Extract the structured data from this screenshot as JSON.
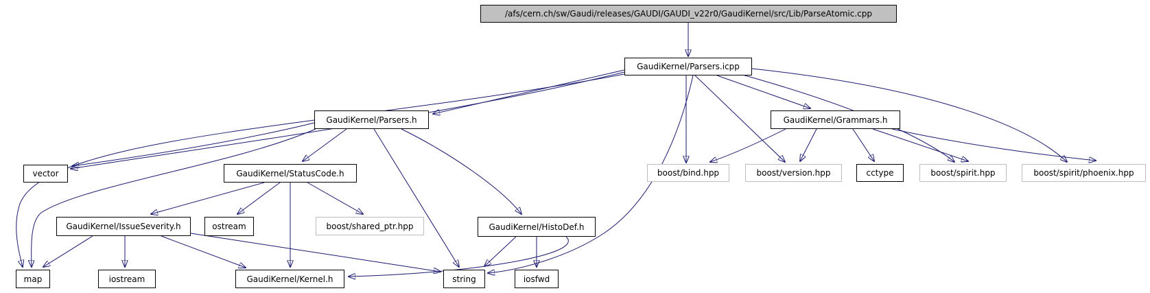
{
  "diagram": {
    "type": "include-dependency-graph",
    "colors": {
      "edge": "#191970",
      "node_fill": "#ffffff",
      "node_border": "#000000",
      "external_node_border": "#bfbfbf",
      "title_node_fill": "#c0c0c0",
      "text": "#000000"
    },
    "nodes": {
      "parse_atomic_cpp": {
        "label": "/afs/cern.ch/sw/Gaudi/releases/GAUDI/GAUDI_v22r0/GaudiKernel/src/Lib/ParseAtomic.cpp"
      },
      "parsers_icpp": {
        "label": "GaudiKernel/Parsers.icpp"
      },
      "parsers_h": {
        "label": "GaudiKernel/Parsers.h"
      },
      "grammars_h": {
        "label": "GaudiKernel/Grammars.h"
      },
      "vector": {
        "label": "vector"
      },
      "statuscode_h": {
        "label": "GaudiKernel/StatusCode.h"
      },
      "boost_bind": {
        "label": "boost/bind.hpp"
      },
      "boost_version": {
        "label": "boost/version.hpp"
      },
      "cctype": {
        "label": "cctype"
      },
      "boost_spirit": {
        "label": "boost/spirit.hpp"
      },
      "boost_spirit_phoenix": {
        "label": "boost/spirit/phoenix.hpp"
      },
      "issueseverity_h": {
        "label": "GaudiKernel/IssueSeverity.h"
      },
      "ostream": {
        "label": "ostream"
      },
      "boost_shared_ptr": {
        "label": "boost/shared_ptr.hpp"
      },
      "histodef_h": {
        "label": "GaudiKernel/HistoDef.h"
      },
      "map": {
        "label": "map"
      },
      "iostream": {
        "label": "iostream"
      },
      "kernel_h": {
        "label": "GaudiKernel/Kernel.h"
      },
      "string": {
        "label": "string"
      },
      "iosfwd": {
        "label": "iosfwd"
      }
    },
    "edges": [
      {
        "from": "parse_atomic_cpp",
        "to": "parsers_icpp"
      },
      {
        "from": "parsers_icpp",
        "to": "parsers_h"
      },
      {
        "from": "parsers_icpp",
        "to": "vector"
      },
      {
        "from": "parsers_icpp",
        "to": "map"
      },
      {
        "from": "parsers_icpp",
        "to": "string"
      },
      {
        "from": "parsers_icpp",
        "to": "boost_bind"
      },
      {
        "from": "parsers_icpp",
        "to": "boost_version"
      },
      {
        "from": "parsers_icpp",
        "to": "grammars_h"
      },
      {
        "from": "parsers_icpp",
        "to": "boost_spirit"
      },
      {
        "from": "parsers_icpp",
        "to": "boost_spirit_phoenix"
      },
      {
        "from": "parsers_h",
        "to": "vector"
      },
      {
        "from": "parsers_h",
        "to": "map"
      },
      {
        "from": "parsers_h",
        "to": "string"
      },
      {
        "from": "parsers_h",
        "to": "statuscode_h"
      },
      {
        "from": "parsers_h",
        "to": "histodef_h"
      },
      {
        "from": "statuscode_h",
        "to": "issueseverity_h"
      },
      {
        "from": "statuscode_h",
        "to": "ostream"
      },
      {
        "from": "statuscode_h",
        "to": "boost_shared_ptr"
      },
      {
        "from": "statuscode_h",
        "to": "kernel_h"
      },
      {
        "from": "issueseverity_h",
        "to": "map"
      },
      {
        "from": "issueseverity_h",
        "to": "iostream"
      },
      {
        "from": "issueseverity_h",
        "to": "kernel_h"
      },
      {
        "from": "issueseverity_h",
        "to": "string"
      },
      {
        "from": "histodef_h",
        "to": "string"
      },
      {
        "from": "histodef_h",
        "to": "iosfwd"
      },
      {
        "from": "histodef_h",
        "to": "kernel_h"
      },
      {
        "from": "grammars_h",
        "to": "boost_bind"
      },
      {
        "from": "grammars_h",
        "to": "boost_version"
      },
      {
        "from": "grammars_h",
        "to": "cctype"
      },
      {
        "from": "grammars_h",
        "to": "boost_spirit"
      },
      {
        "from": "grammars_h",
        "to": "boost_spirit_phoenix"
      }
    ]
  }
}
